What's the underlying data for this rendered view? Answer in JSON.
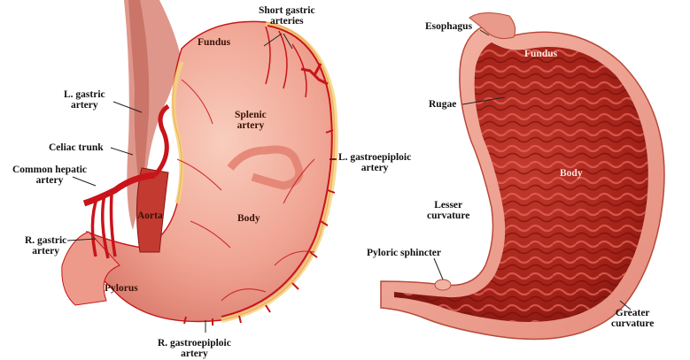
{
  "left_figure": {
    "labels": {
      "short_gastric_1": "Short gastric",
      "short_gastric_2": "arteries",
      "fundus": "Fundus",
      "l_gastric_1": "L. gastric",
      "l_gastric_2": "artery",
      "splenic_1": "Splenic",
      "splenic_2": "artery",
      "celiac": "Celiac trunk",
      "common_hepatic_1": "Common hepatic",
      "common_hepatic_2": "artery",
      "l_gastroepiploic_1": "L. gastroepiploic",
      "l_gastroepiploic_2": "artery",
      "aorta": "Aorta",
      "body": "Body",
      "r_gastric_1": "R. gastric",
      "r_gastric_2": "artery",
      "pylorus": "Pylorus",
      "r_gastroepiploic_1": "R. gastroepiploic",
      "r_gastroepiploic_2": "artery"
    }
  },
  "right_figure": {
    "labels": {
      "esophagus": "Esophagus",
      "fundus": "Fundus",
      "rugae": "Rugae",
      "body": "Body",
      "lesser_1": "Lesser",
      "lesser_2": "curvature",
      "pyloric_sphincter": "Pyloric sphincter",
      "greater_1": "Greater",
      "greater_2": "curvature"
    }
  },
  "colors": {
    "stomach_outer": "#ee9a8a",
    "stomach_light": "#f6c0b0",
    "artery": "#c8141a",
    "mucosa": "#a8201c",
    "leader_line": "#222222"
  }
}
